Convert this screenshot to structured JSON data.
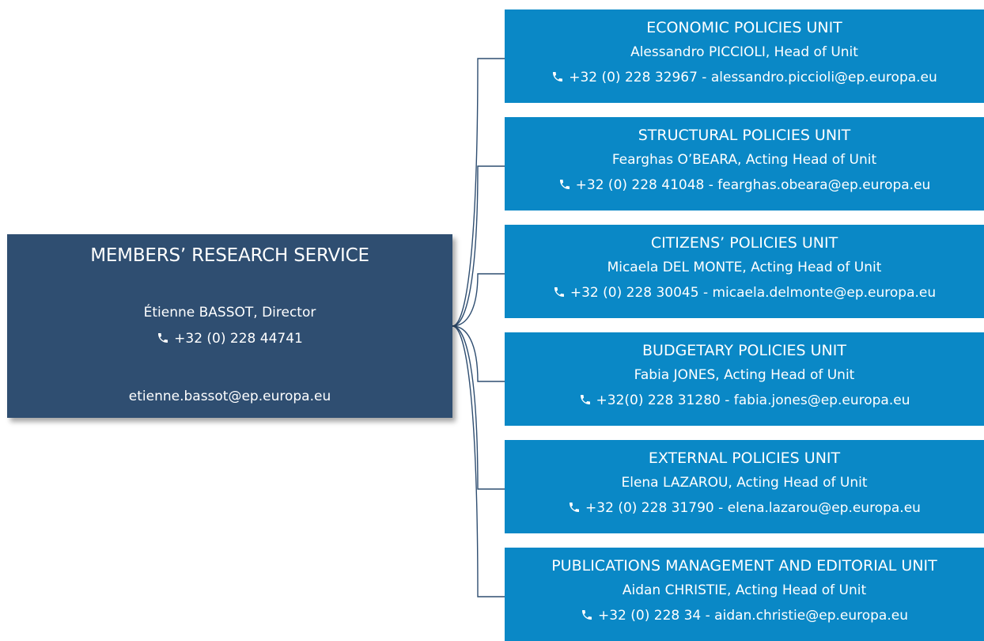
{
  "director": {
    "title": "MEMBERS’ RESEARCH SERVICE",
    "name": "Étienne BASSOT, Director",
    "phone": "+32 (0) 228 44741",
    "email": "etienne.bassot@ep.europa.eu",
    "color": "#2f4e71"
  },
  "units": [
    {
      "title": "ECONOMIC POLICIES UNIT",
      "head": "Alessandro PICCIOLI, Head of Unit",
      "contact": "+32 (0) 228 32967 - alessandro.piccioli@ep.europa.eu"
    },
    {
      "title": "STRUCTURAL POLICIES UNIT",
      "head": "Fearghas O’BEARA, Acting Head of Unit",
      "contact": "+32 (0) 228 41048 - fearghas.obeara@ep.europa.eu"
    },
    {
      "title": "CITIZENS’ POLICIES UNIT",
      "head": "Micaela DEL MONTE, Acting Head of Unit",
      "contact": "+32 (0) 228 30045 - micaela.delmonte@ep.europa.eu"
    },
    {
      "title": "BUDGETARY POLICIES UNIT",
      "head": "Fabia JONES, Acting Head of Unit",
      "contact": "+32(0) 228 31280 - fabia.jones@ep.europa.eu"
    },
    {
      "title": "EXTERNAL POLICIES UNIT",
      "head": "Elena LAZAROU, Acting Head of Unit",
      "contact": "+32 (0) 228 31790 - elena.lazarou@ep.europa.eu"
    },
    {
      "title": "PUBLICATIONS MANAGEMENT AND EDITORIAL UNIT",
      "head": "Aidan CHRISTIE, Acting Head of Unit",
      "contact": "+32 (0) 228 34 - aidan.christie@ep.europa.eu"
    }
  ],
  "icons": {
    "phone": "phone-icon"
  },
  "colors": {
    "unit_box": "#0a88c6",
    "connector": "#2f4e71",
    "text": "#ffffff"
  }
}
